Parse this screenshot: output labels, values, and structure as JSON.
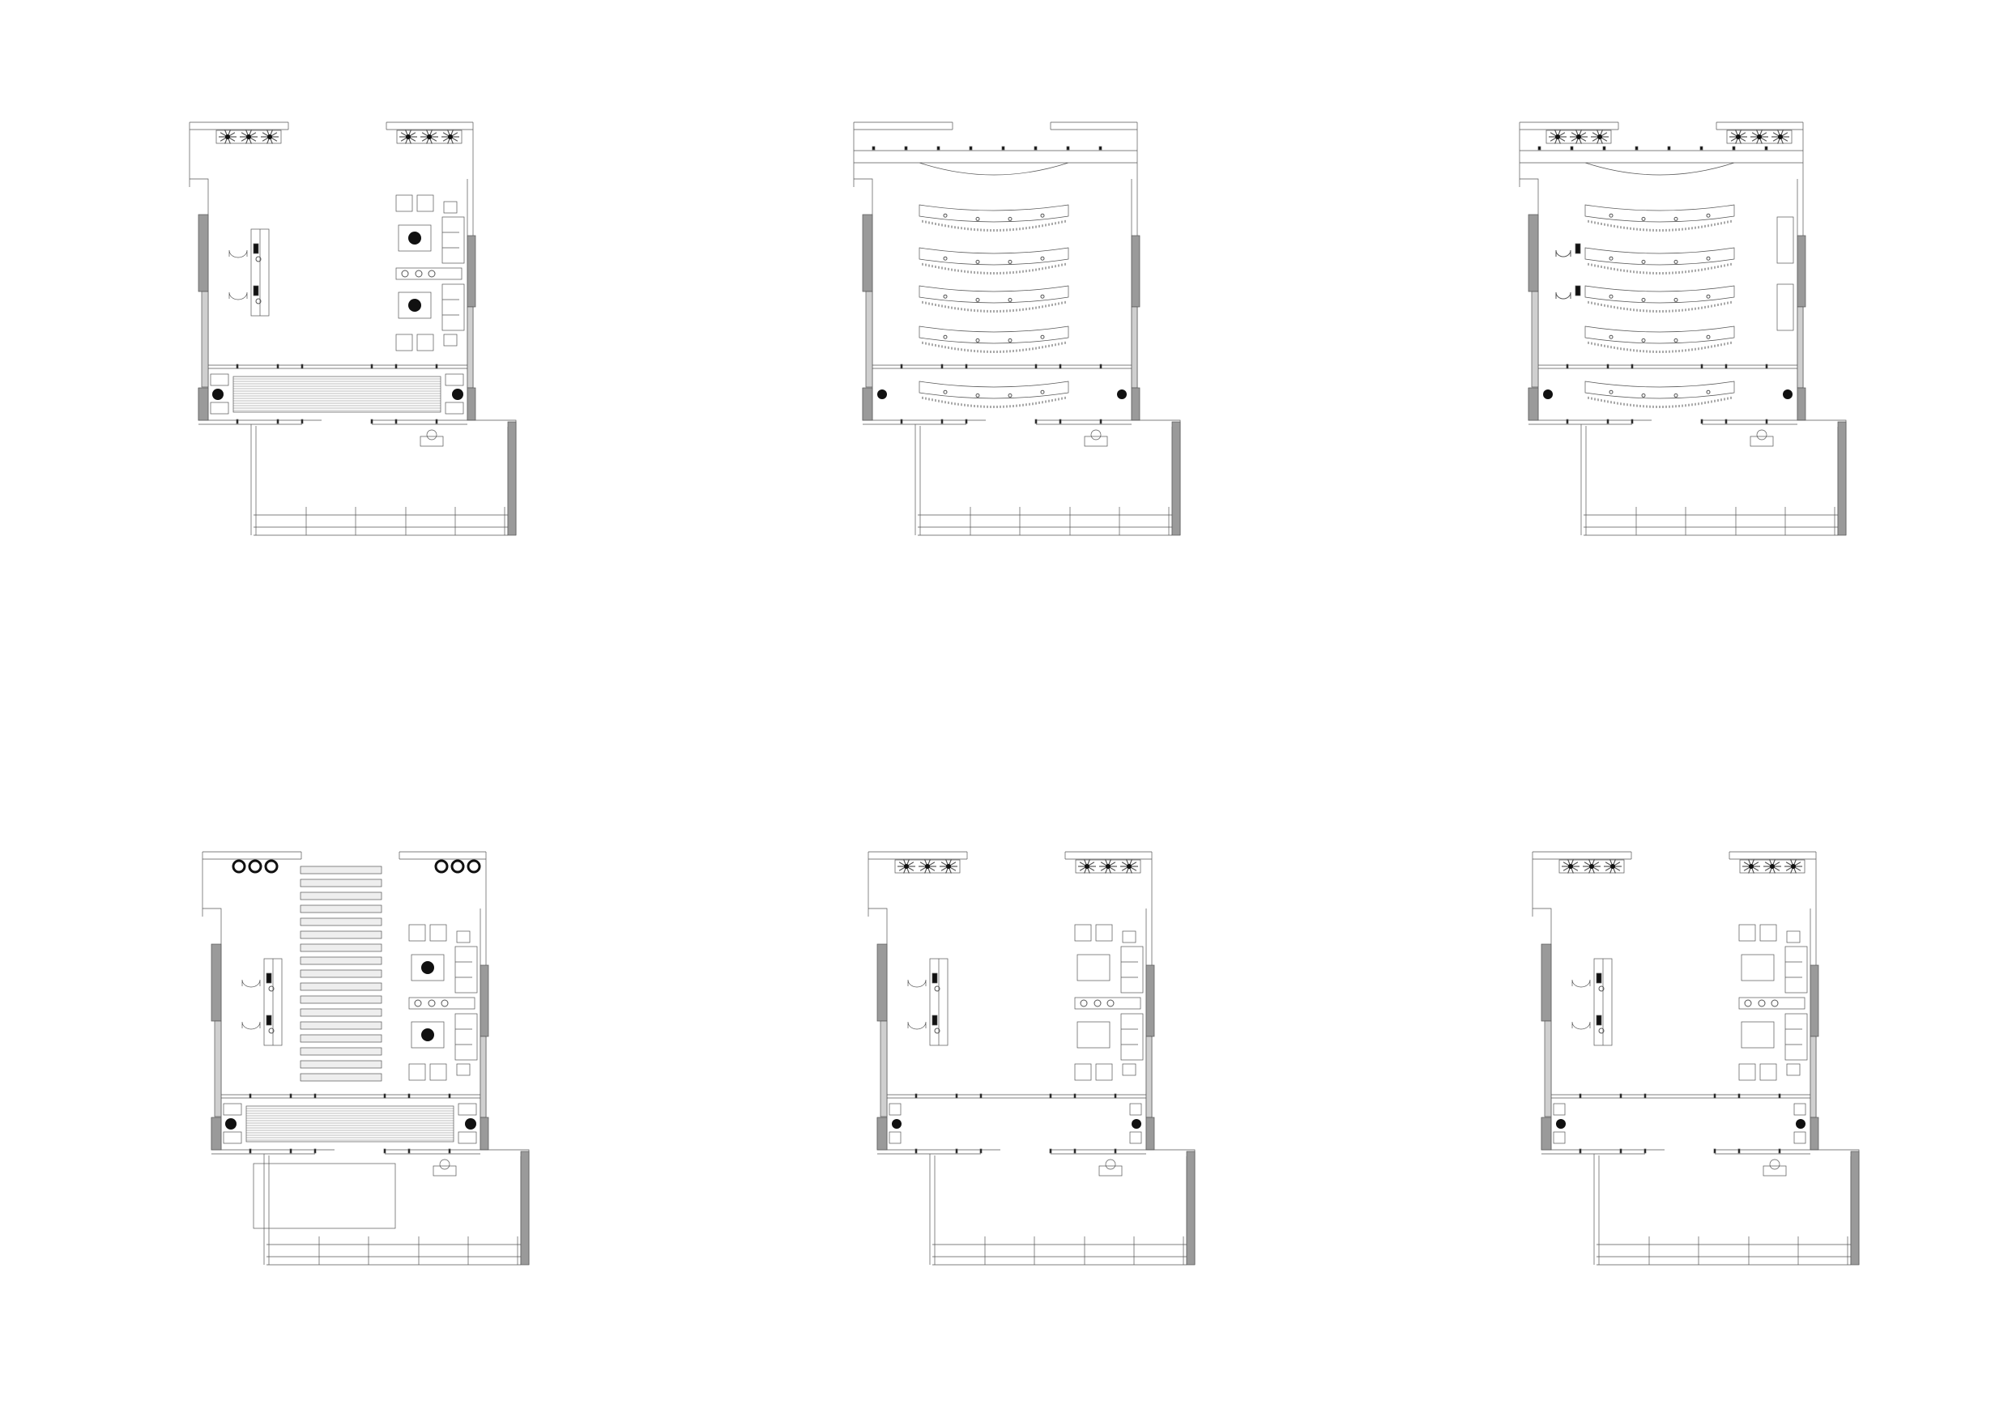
{
  "sheet": {
    "background": "#ffffff",
    "line_color": "#555555",
    "wall_fill": "#9a9a9a",
    "plant_fill": "#111111"
  },
  "plans": [
    {
      "id": "plan-1",
      "layout": "lounge",
      "top_planters": "shrubs",
      "lounge_plants": true,
      "front_stair": true,
      "bar_stripes": false
    },
    {
      "id": "plan-2",
      "layout": "seminar",
      "top_planters": "none",
      "lounge_plants": false,
      "front_stair": false,
      "bar_stripes": false
    },
    {
      "id": "plan-3",
      "layout": "seminar-overlay",
      "top_planters": "shrubs",
      "lounge_plants": false,
      "front_stair": false,
      "bar_stripes": false
    },
    {
      "id": "plan-4",
      "layout": "lounge",
      "top_planters": "round",
      "lounge_plants": true,
      "front_stair": true,
      "bar_stripes": true
    },
    {
      "id": "plan-5",
      "layout": "lounge",
      "top_planters": "shrubs",
      "lounge_plants": false,
      "front_stair": false,
      "bar_stripes": false
    },
    {
      "id": "plan-6",
      "layout": "lounge",
      "top_planters": "shrubs",
      "lounge_plants": false,
      "front_stair": false,
      "bar_stripes": false
    }
  ]
}
